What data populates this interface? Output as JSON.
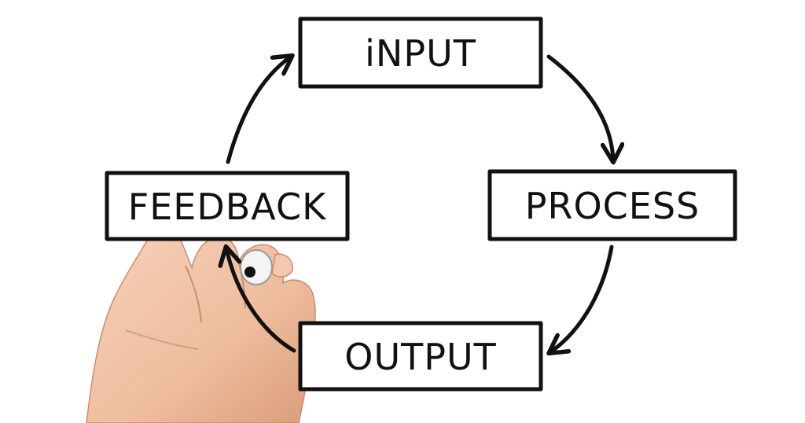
{
  "diagram": {
    "nodes": [
      {
        "id": "input",
        "label": "iNPUT"
      },
      {
        "id": "process",
        "label": "PROCESS"
      },
      {
        "id": "output",
        "label": "OUTPUT"
      },
      {
        "id": "feedback",
        "label": "FEEDBACK"
      }
    ],
    "edges": [
      {
        "from": "input",
        "to": "process"
      },
      {
        "from": "process",
        "to": "output"
      },
      {
        "from": "output",
        "to": "feedback"
      },
      {
        "from": "feedback",
        "to": "input"
      }
    ]
  },
  "colors": {
    "ink": "#111111",
    "background": "#ffffff",
    "skin": "#efc4a8",
    "marker_cap": "#f4f4f4"
  },
  "icons": {
    "hand": "hand-holding-marker-icon"
  }
}
